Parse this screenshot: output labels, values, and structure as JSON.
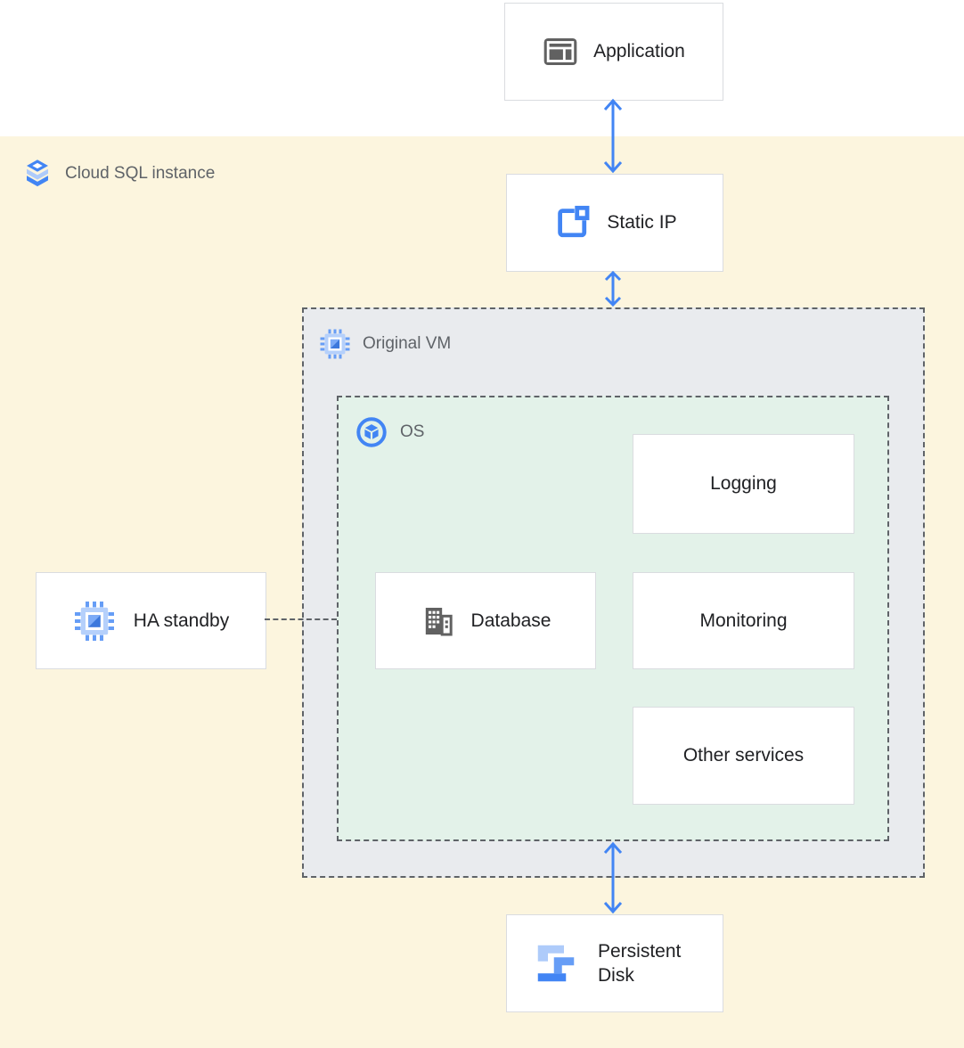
{
  "regions": {
    "cloud_sql": {
      "label": "Cloud SQL instance"
    },
    "original_vm": {
      "label": "Original VM"
    },
    "os": {
      "label": "OS"
    }
  },
  "nodes": {
    "application": {
      "label": "Application"
    },
    "static_ip": {
      "label": "Static IP"
    },
    "logging": {
      "label": "Logging"
    },
    "database": {
      "label": "Database"
    },
    "monitoring": {
      "label": "Monitoring"
    },
    "other_services": {
      "label": "Other services"
    },
    "ha_standby": {
      "label": "HA standby"
    },
    "persistent_disk": {
      "label": "Persistent Disk"
    }
  },
  "colors": {
    "accent_blue": "#4285F4",
    "light_blue": "#AECBFA",
    "medium_blue": "#669DF6",
    "cream_region_bg": "#FCF5DE",
    "vm_region_bg": "#E9EBEE",
    "os_region_bg": "#E3F2E9",
    "node_border": "#DADCE0",
    "dashed_border": "#5F6368",
    "label_gray": "#5F6368",
    "label_dark": "#202124",
    "icon_gray": "#616161"
  }
}
